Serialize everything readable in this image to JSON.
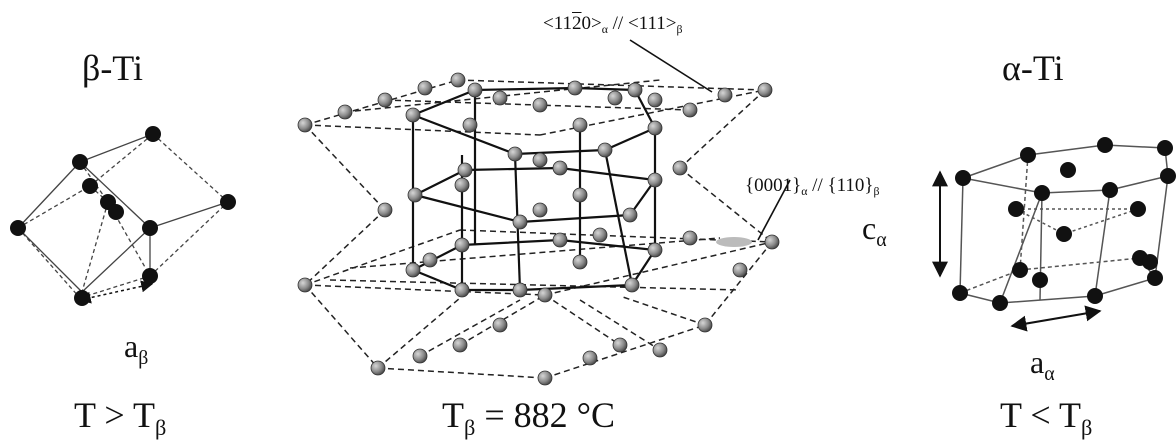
{
  "beta": {
    "phase_label": "β-Ti",
    "lattice_param": "a",
    "lattice_sub": "β",
    "temp": {
      "main": "T > T",
      "sub": "β"
    }
  },
  "transition": {
    "temp": {
      "main": "T",
      "sub": "β",
      "rest": " = 882 °C"
    },
    "dir_relation": {
      "a": "<11",
      "b": "2",
      "c": "0>",
      "s1": "α",
      "d": " // <111>",
      "s2": "β"
    },
    "plane_relation": {
      "a": "{0001}",
      "s1": "α",
      "b": " // {110}",
      "s2": "β"
    }
  },
  "alpha": {
    "phase_label": "α-Ti",
    "c_param": "c",
    "c_sub": "α",
    "a_param": "a",
    "a_sub": "α",
    "temp": {
      "main": "T < T",
      "sub": "β"
    }
  },
  "colors": {
    "atom": "#111111",
    "bond": "#333333",
    "grey_atom": "#888888"
  }
}
